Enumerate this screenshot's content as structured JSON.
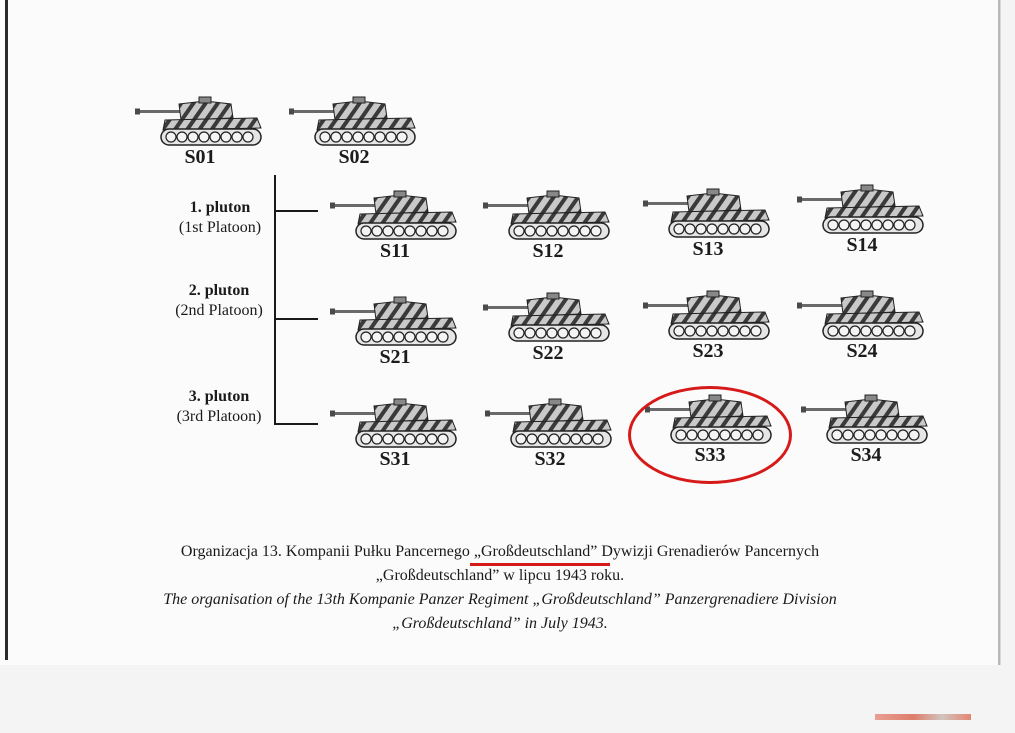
{
  "hq": [
    {
      "label": "S01"
    },
    {
      "label": "S02"
    }
  ],
  "platoons": [
    {
      "name": "1. pluton",
      "english": "(1st Platoon)",
      "tanks": [
        {
          "label": "S11"
        },
        {
          "label": "S12"
        },
        {
          "label": "S13"
        },
        {
          "label": "S14"
        }
      ]
    },
    {
      "name": "2. pluton",
      "english": "(2nd Platoon)",
      "tanks": [
        {
          "label": "S21"
        },
        {
          "label": "S22"
        },
        {
          "label": "S23"
        },
        {
          "label": "S24"
        }
      ]
    },
    {
      "name": "3. pluton",
      "english": "(3rd Platoon)",
      "tanks": [
        {
          "label": "S31"
        },
        {
          "label": "S32"
        },
        {
          "label": "S33"
        },
        {
          "label": "S34"
        }
      ]
    }
  ],
  "highlighted_tank": "S33",
  "caption": {
    "polish_line1": "Organizacja 13. Kompanii Pułku Pancernego „Großdeutschland” Dywizji Grenadierów Pancernych",
    "polish_line2": "„Großdeutschland” w lipcu 1943 roku.",
    "english_line1": "The organisation of the 13th Kompanie Panzer Regiment „Großdeutschland” Panzergrenadiere Division",
    "english_line2": "„Großdeutschland” in July 1943."
  },
  "icons": {
    "tank": "tiger-tank-icon"
  },
  "colors": {
    "annotation_red": "#d61a1a",
    "ink": "#1a1a1a",
    "paper": "#fbfbfb"
  }
}
